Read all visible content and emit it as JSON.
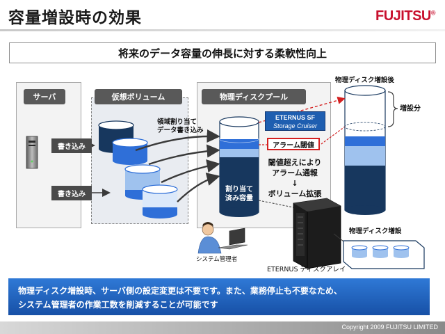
{
  "header": {
    "title": "容量増設時の効果",
    "brand": "FUJITSU"
  },
  "headline": "将来のデータ容量の伸長に対する柔軟性向上",
  "panels": {
    "server": "サーバ",
    "virtual_volume": "仮想ボリューム",
    "physical_pool": "物理ディスクプール"
  },
  "labels": {
    "write_1": "書き込み",
    "write_2": "書き込み",
    "area_alloc_line1": "領域割り当て",
    "area_alloc_line2": "データ書き込み",
    "allocated_line1": "割り当て",
    "allocated_line2": "済み容量",
    "sf_line1": "ETERNUS SF",
    "sf_line2": "Storage Cruiser",
    "alarm_threshold": "アラーム閾値",
    "threshold_line1": "閾値超えにより",
    "threshold_line2": "アラーム通報",
    "threshold_arrow": "↓",
    "threshold_line3": "ボリューム拡張",
    "after_expansion": "物理ディスク増設後",
    "added_amount": "増設分",
    "disk_added": "物理ディスク増設",
    "sys_admin": "システム管理者",
    "array": "ETERNUS ディスクアレイ"
  },
  "footer": {
    "line1": "物理ディスク増設時、サーバ側の設定変更は不要です。また、業務停止も不要なため、",
    "line2": "システム管理者の作業工数を削減することが可能です"
  },
  "copyright": "Copyright 2009 FUJITSU LIMITED",
  "colors": {
    "navy": "#17375e",
    "blue": "#2f6fd8",
    "light_blue": "#9fc2ee",
    "alarm_red": "#d42020",
    "brand_red": "#c8102e"
  }
}
